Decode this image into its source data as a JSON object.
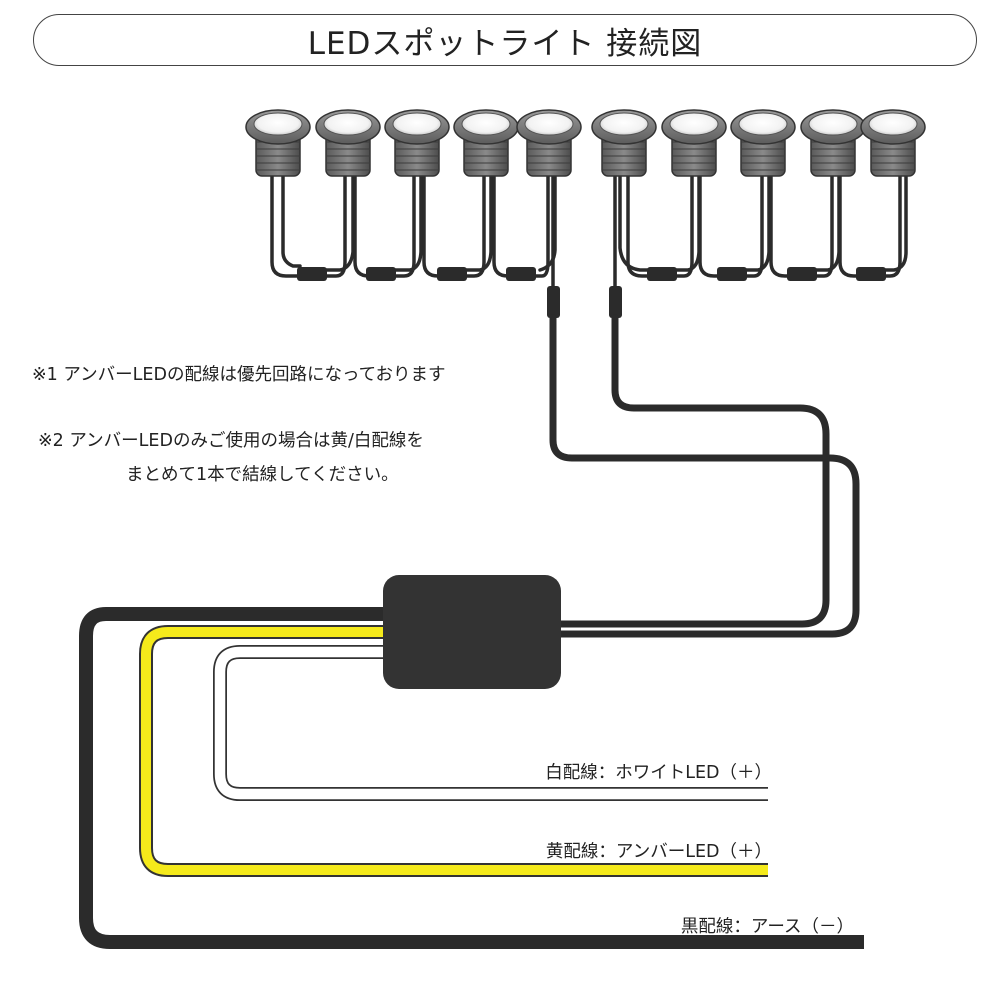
{
  "title": "LEDスポットライト 接続図",
  "notes": {
    "note1": "※1 アンバーLEDの配線は優先回路になっております",
    "note2_line1": "※2 アンバーLEDのみご使用の場合は黄/白配線を",
    "note2_line2": "まとめて1本で結線してください。"
  },
  "wires": {
    "white": "白配線：ホワイトLED（＋）",
    "yellow": "黄配線：アンバーLED（＋）",
    "black": "黒配線：アース（－）"
  },
  "colors": {
    "cable": "#2b2b2b",
    "yellow": "#f5ea1b",
    "white": "#ffffff",
    "outline": "#444444",
    "controller": "#333333"
  },
  "spotlight_count": 10
}
